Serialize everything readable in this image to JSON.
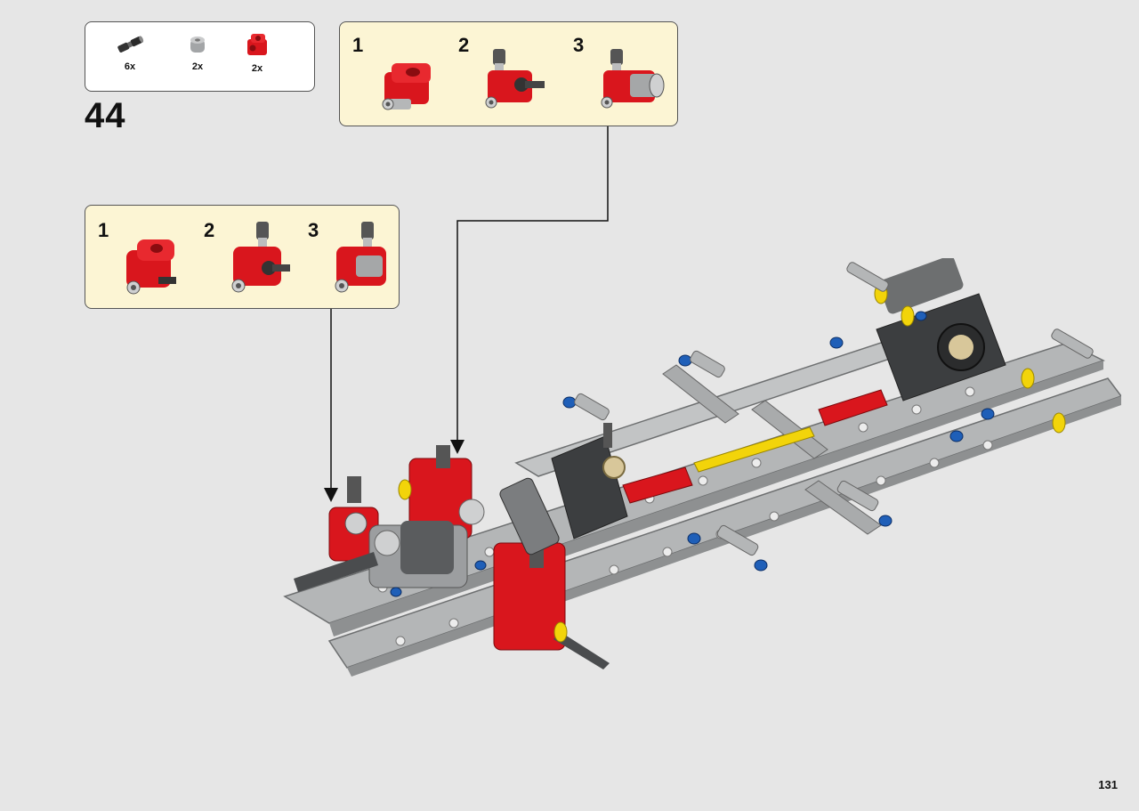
{
  "step": {
    "number": "44"
  },
  "parts": [
    {
      "qty": "6x",
      "icon": "axle-pin-icon"
    },
    {
      "qty": "2x",
      "icon": "bush-icon"
    },
    {
      "qty": "2x",
      "icon": "red-connector-icon"
    }
  ],
  "subassembly_top": {
    "steps": [
      "1",
      "2",
      "3"
    ]
  },
  "subassembly_left": {
    "steps": [
      "1",
      "2",
      "3"
    ]
  },
  "page": {
    "number": "131"
  },
  "colors": {
    "background": "#e6e6e6",
    "callout_fill": "#fcf5d4",
    "red_part": "#d9161d",
    "grey_part": "#a5a7a8",
    "dark_part": "#4a4c4e",
    "yellow_part": "#f2d40a",
    "blue_pin": "#1f5fb8"
  }
}
